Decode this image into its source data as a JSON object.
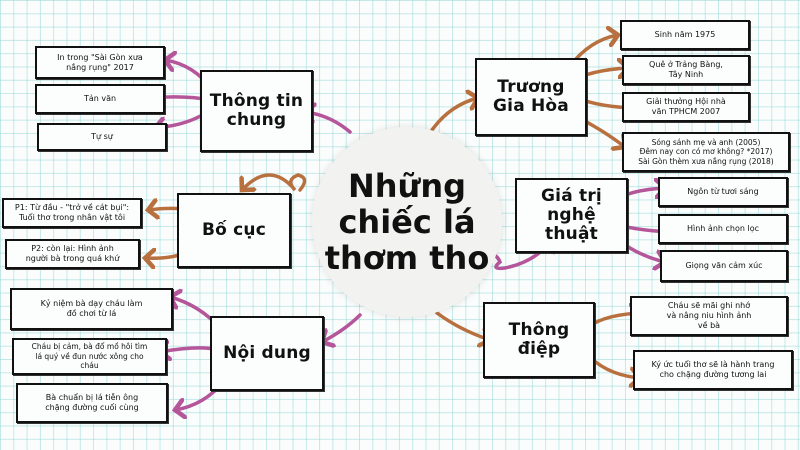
{
  "center": {
    "title": "Những\nchiếc lá\nthơm tho"
  },
  "colors": {
    "orange": "#b8703f",
    "pink": "#b5569b",
    "grid": "#96d7d7"
  },
  "branches": {
    "thong_tin_chung": {
      "title": "Thông tin\nchung",
      "items": [
        "In trong \"Sài Gòn xưa\nnắng rụng\" 2017",
        "Tản văn",
        "Tự sự"
      ]
    },
    "truong_gia_hoa": {
      "title": "Trương\nGia Hòa",
      "items": [
        "Sinh năm 1975",
        "Quê ở Trảng Bàng,\nTây Ninh",
        "Giải thưởng Hội nhà\nvăn TPHCM 2007",
        "Sóng sánh mẹ và anh (2005)\nĐêm nay con có mơ không? *2017)\nSài Gòn thèm xưa nắng rụng (2018)"
      ]
    },
    "bo_cuc": {
      "title": "Bố cục",
      "items": [
        "P1: Từ đầu - \"trở về cát bụi\":\nTuổi thơ trong nhân vật tôi",
        "P2: còn lại: Hình ảnh\nngười bà trong quá khứ"
      ]
    },
    "gia_tri_nghe_thuat": {
      "title": "Giá trị\nnghệ\nthuật",
      "items": [
        "Ngôn từ tươi sáng",
        "Hình ảnh chọn lọc",
        "Giọng văn cảm xúc"
      ]
    },
    "noi_dung": {
      "title": "Nội dung",
      "items": [
        "Kỷ niệm bà dạy cháu làm\nđồ chơi từ lá",
        "Cháu bị cảm, bà đổ mồ hôi tìm\nlá quý về đun nước xông cho\ncháu",
        "Bà chuẩn bị lá tiễn ông\nchặng đường cuối cùng"
      ]
    },
    "thong_diep": {
      "title": "Thông điệp",
      "items": [
        "Cháu sẽ mãi ghi nhớ\nvà nâng niu hình ảnh\nvề bà",
        "Ký ức tuổi thơ sẽ là hành trang\ncho chặng đường tương lai"
      ]
    }
  }
}
